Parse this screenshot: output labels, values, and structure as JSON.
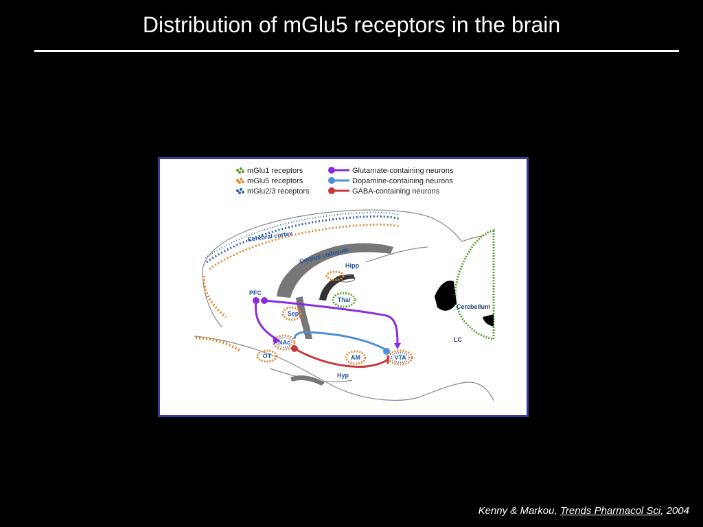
{
  "slide": {
    "title": "Distribution of mGlu5 receptors in the brain"
  },
  "legend": {
    "receptors": [
      {
        "label": "mGlu1 receptors",
        "color": "#5aa02c"
      },
      {
        "label": "mGlu5 receptors",
        "color": "#e8832a"
      },
      {
        "label": "mGlu2/3 receptors",
        "color": "#2f5fa8"
      }
    ],
    "neurons": [
      {
        "label": "Glutamate-containing neurons",
        "color": "#8a2be2"
      },
      {
        "label": "Dopamine-containing neurons",
        "color": "#4a90d9"
      },
      {
        "label": "GABA-containing neurons",
        "color": "#c83a3a"
      }
    ]
  },
  "regions": {
    "cerebral_cortex": "Cerebral cortex",
    "corpus_callosum": "Corpus collosum",
    "hipp": "Hipp",
    "pfc": "PFC",
    "thal": "Thal",
    "sep": "Sep",
    "cerebellum": "Cerebellum",
    "lc": "LC",
    "nac": "NAc",
    "ot": "OT",
    "am": "AM",
    "vta": "VTA",
    "hyp": "Hyp"
  },
  "citation": {
    "authors": "Kenny & Markou, ",
    "journal": "Trends Pharmacol Sci",
    "year": ", 2004"
  }
}
